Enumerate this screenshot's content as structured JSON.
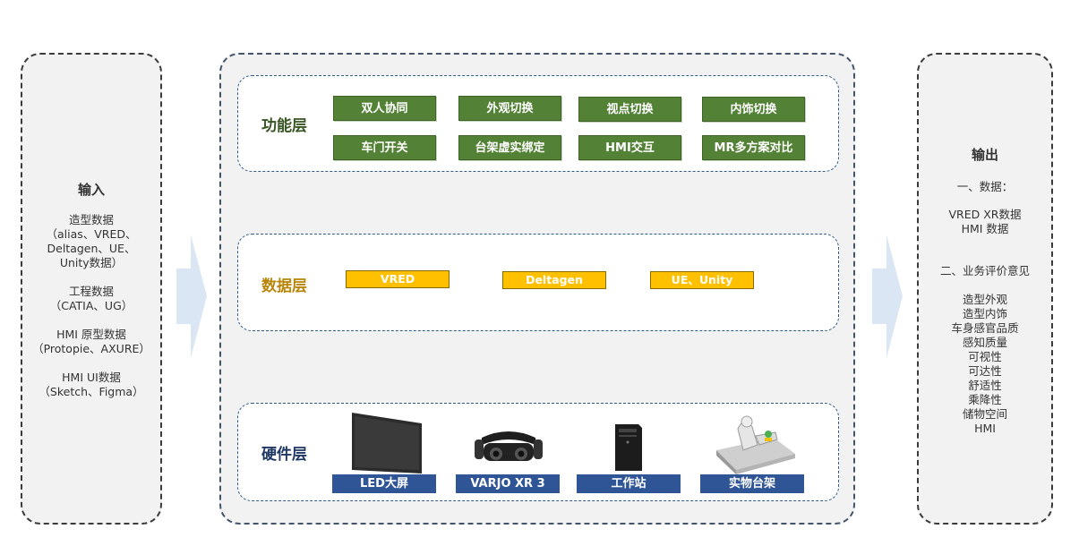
{
  "input": {
    "title": "输入",
    "groups": [
      "造型数据\n（alias、VRED、\nDeltagen、UE、\nUnity数据）",
      "工程数据\n（CATIA、UG）",
      "HMI 原型数据\n（Protopie、AXURE）",
      "HMI UI数据\n（Sketch、Figma）"
    ]
  },
  "layers": {
    "function": {
      "title": "功能层",
      "title_color": "#375623",
      "items": [
        "双人协同",
        "外观切换",
        "视点切换",
        "内饰切换",
        "车门开关",
        "台架虚实绑定",
        "HMI交互",
        "MR多方案对比"
      ]
    },
    "data": {
      "title": "数据层",
      "title_color": "#b8860b",
      "items": [
        "VRED",
        "Deltagen",
        "UE、Unity"
      ]
    },
    "hardware": {
      "title": "硬件层",
      "title_color": "#1f3864",
      "items": [
        "LED大屏",
        "VARJO XR 3",
        "工作站",
        "实物台架"
      ]
    }
  },
  "output": {
    "title": "输出",
    "section1_title": "一、数据：",
    "section1_items": "VRED XR数据\nHMI 数据",
    "section2_title": "二、业务评价意见",
    "section2_items": "造型外观\n造型内饰\n车身感官品质\n感知质量\n可视性\n可达性\n舒适性\n乘降性\n储物空间\nHMI"
  },
  "colors": {
    "green_chip": "#538135",
    "yellow_chip": "#ffc000",
    "navy_chip": "#2f5597",
    "arrow": "#dbe6f4"
  }
}
